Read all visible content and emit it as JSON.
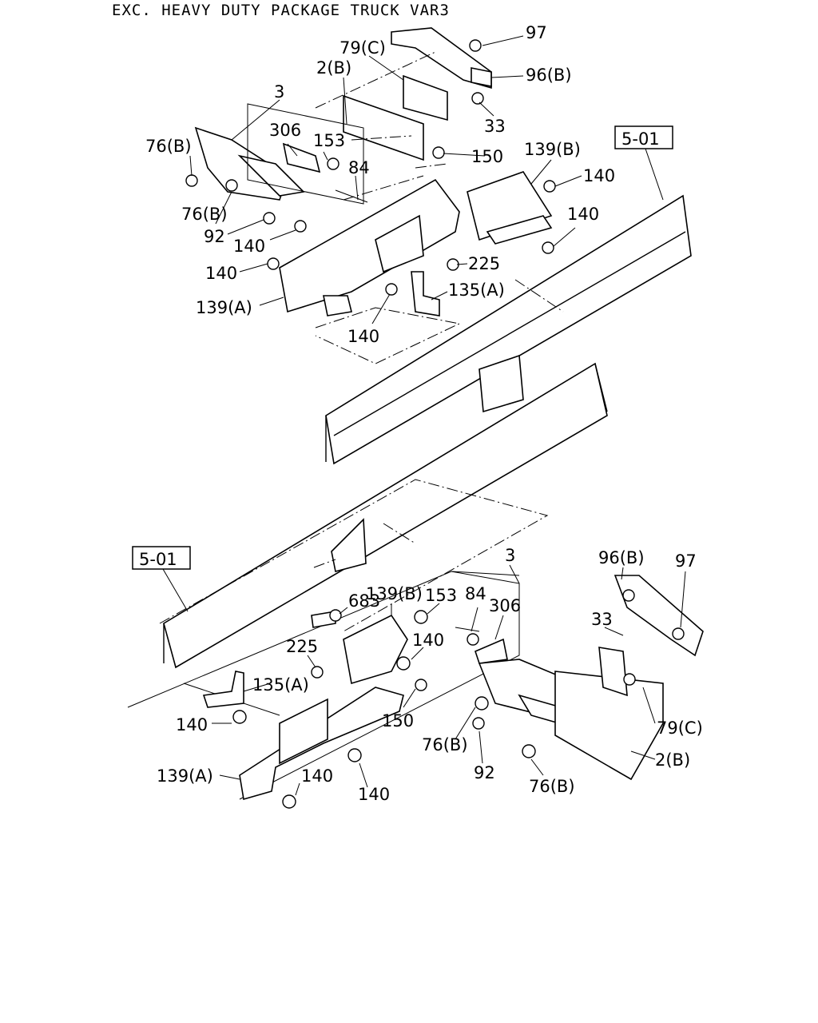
{
  "title": "EXC. HEAVY DUTY PACKAGE TRUCK VAR3",
  "refs": {
    "top": "5-01",
    "bottom": "5-01"
  },
  "callouts": {
    "c1": "97",
    "c2": "79(C)",
    "c3": "96(B)",
    "c4": "2(B)",
    "c5": "33",
    "c6": "3",
    "c7": "306",
    "c8": "153",
    "c9": "76(B)",
    "c10": "84",
    "c11": "150",
    "c12": "139(B)",
    "c13": "140",
    "c14": "76(B)",
    "c15": "140",
    "c16": "92",
    "c17": "140",
    "c18": "225",
    "c19": "140",
    "c20": "135(A)",
    "c21": "139(A)",
    "c22": "140",
    "d1": "3",
    "d2": "96(B)",
    "d3": "97",
    "d4": "139(B)",
    "d5": "153",
    "d6": "84",
    "d7": "306",
    "d8": "683",
    "d9": "33",
    "d10": "225",
    "d11": "140",
    "d12": "135(A)",
    "d13": "150",
    "d14": "140",
    "d15": "76(B)",
    "d16": "79(C)",
    "d17": "92",
    "d18": "2(B)",
    "d19": "139(A)",
    "d20": "140",
    "d21": "76(B)",
    "d22": "140"
  }
}
